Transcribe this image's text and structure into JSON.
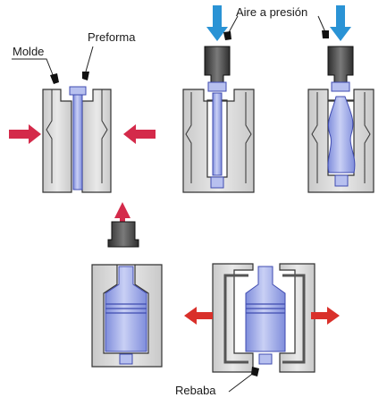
{
  "labels": {
    "mold": "Molde",
    "preform": "Preforma",
    "air": "Aire a presión",
    "flash": "Rebaba"
  },
  "colors": {
    "mold_fill": "#dcdcdc",
    "mold_stroke": "#333333",
    "blue_fill": "#a9b4ea",
    "blue_stroke": "#3f4bb0",
    "nozzle": "#4a4a4a",
    "air_arrow": "#2a93d5",
    "force_arrow": "#d42a4a",
    "open_arrow": "#d9302a"
  },
  "icons": {
    "force_arrow": "arrow-right-icon",
    "air_arrow": "arrow-down-icon",
    "eject_arrow": "arrow-up-icon",
    "open_arrow": "arrow-left-right-icon"
  }
}
